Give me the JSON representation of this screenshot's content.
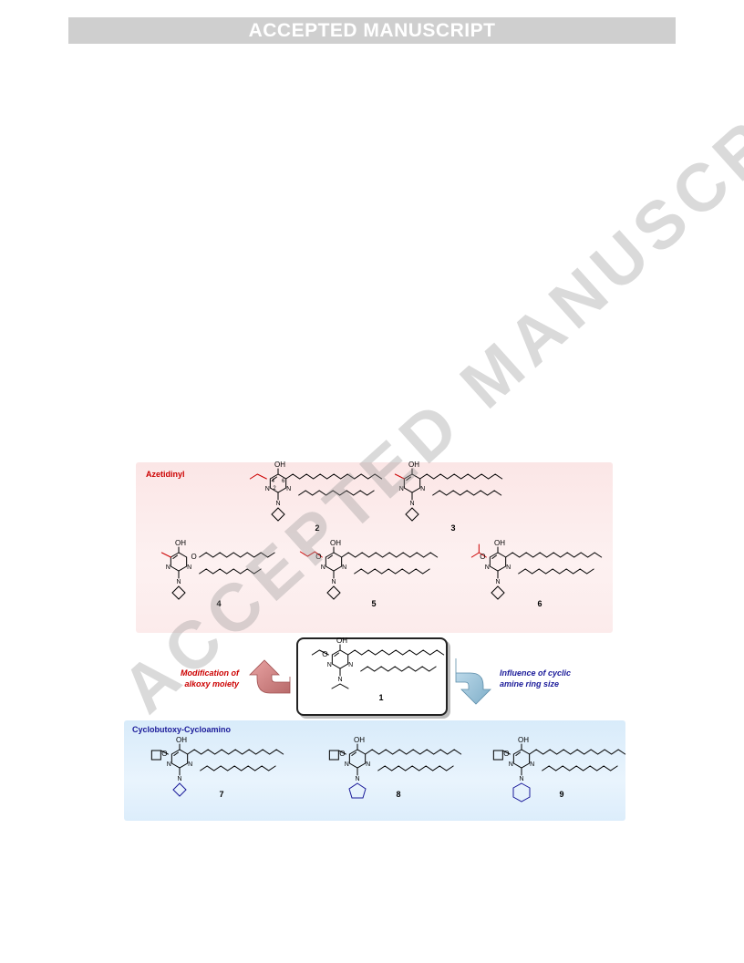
{
  "header": {
    "banner": "ACCEPTED MANUSCRIPT"
  },
  "watermark": {
    "text": "ACCEPTED MANUSCRIPT"
  },
  "figure": {
    "panel_top_title": "Azetidinyl",
    "panel_bottom_title": "Cyclobutoxy-Cycloamino",
    "left_caption": [
      "Modification of",
      "alkoxy moiety"
    ],
    "right_caption": [
      "Influence of cyclic",
      "amine ring size"
    ],
    "colors": {
      "red": "#cc0000",
      "blue": "#1a1a99"
    },
    "compounds": [
      {
        "id": "2",
        "label": "2",
        "atoms": [
          "OH",
          "N",
          "N",
          "N"
        ],
        "locants": [
          "4",
          "5",
          "6",
          "2"
        ]
      },
      {
        "id": "3",
        "label": "3",
        "atoms": [
          "OH",
          "N",
          "N",
          "N"
        ]
      },
      {
        "id": "4",
        "label": "4",
        "atoms": [
          "OH",
          "O",
          "N",
          "N",
          "N"
        ]
      },
      {
        "id": "5",
        "label": "5",
        "atoms": [
          "OH",
          "O",
          "N",
          "N",
          "N"
        ]
      },
      {
        "id": "6",
        "label": "6",
        "atoms": [
          "OH",
          "O",
          "N",
          "N",
          "N"
        ]
      },
      {
        "id": "1",
        "label": "1",
        "atoms": [
          "OH",
          "O",
          "N",
          "N",
          "N"
        ]
      },
      {
        "id": "7",
        "label": "7",
        "atoms": [
          "OH",
          "O",
          "N",
          "N",
          "N"
        ]
      },
      {
        "id": "8",
        "label": "8",
        "atoms": [
          "OH",
          "O",
          "N",
          "N",
          "N"
        ]
      },
      {
        "id": "9",
        "label": "9",
        "atoms": [
          "OH",
          "O",
          "N",
          "N",
          "N"
        ]
      }
    ]
  }
}
